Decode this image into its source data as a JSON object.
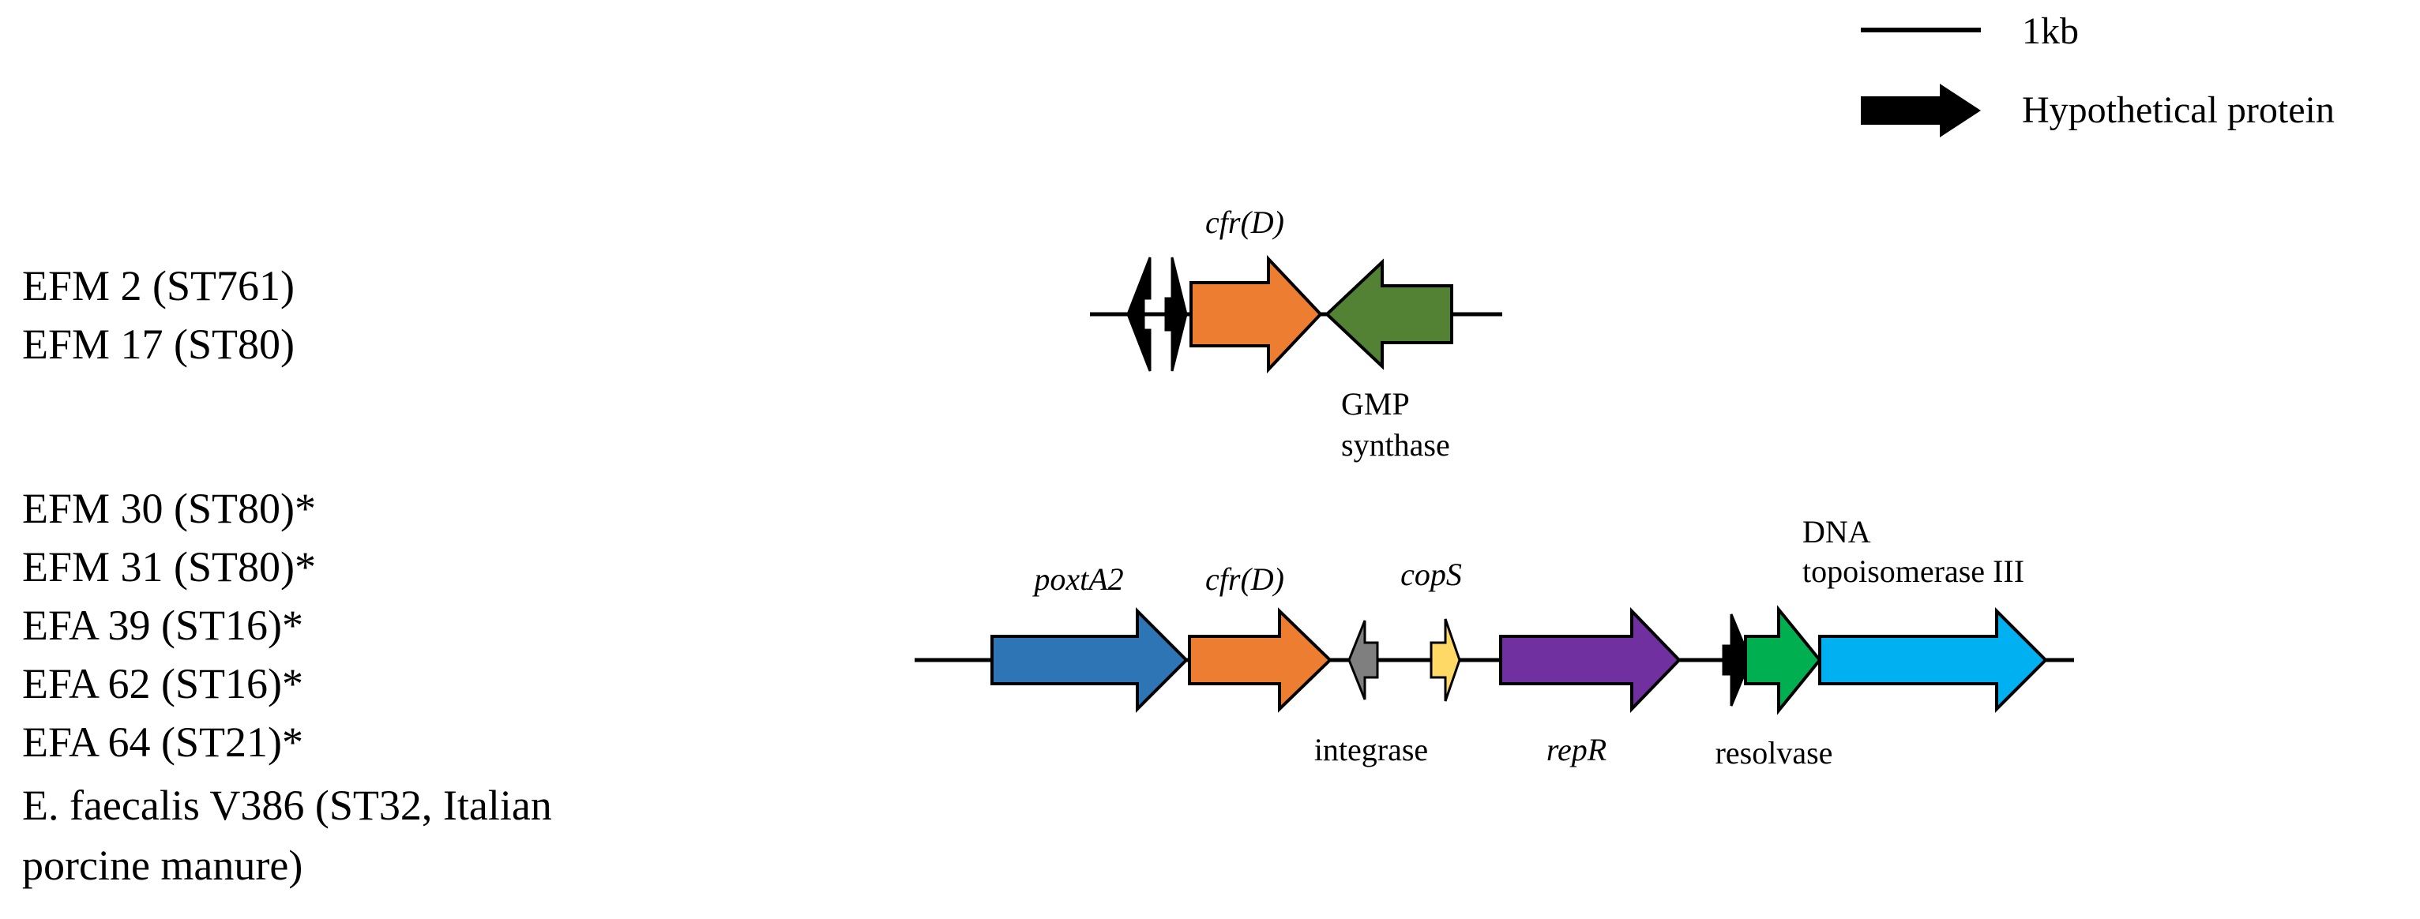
{
  "legend": {
    "scale_bar_label": "1kb",
    "hypothetical_protein_label": "Hypothetical protein",
    "hypothetical_color": "#000000"
  },
  "strains": {
    "group1": [
      "EFM 2 (ST761)",
      "EFM 17 (ST80)"
    ],
    "group2": [
      "EFM 30 (ST80)*",
      "EFM 31 (ST80)*",
      "EFA 39 (ST16)*",
      "EFA 62 (ST16)*",
      "EFA 64 (ST21)*",
      "E. faecalis V386 (ST32, Italian",
      "porcine manure)"
    ]
  },
  "operon1": {
    "cfrD_label": "cfr(D)",
    "gmp_label": [
      "GMP",
      "synthase"
    ],
    "colors": {
      "cfrD": "#ED7D31",
      "gmp": "#548235",
      "hypothetical": "#000000"
    }
  },
  "operon2": {
    "poxtA2_label": "poxtA2",
    "cfrD_label": "cfr(D)",
    "copS_label": "copS",
    "integrase_label": "integrase",
    "repR_label": "repR",
    "resolvase_label": "resolvase",
    "topo_label": [
      "DNA",
      "topoisomerase III"
    ],
    "colors": {
      "poxtA2": "#2E75B6",
      "cfrD": "#ED7D31",
      "integrase": "#7F7F7F",
      "copS": "#FFD966",
      "repR": "#7030A0",
      "hypothetical": "#000000",
      "resolvase": "#00B050",
      "topo": "#00B0F0"
    }
  }
}
